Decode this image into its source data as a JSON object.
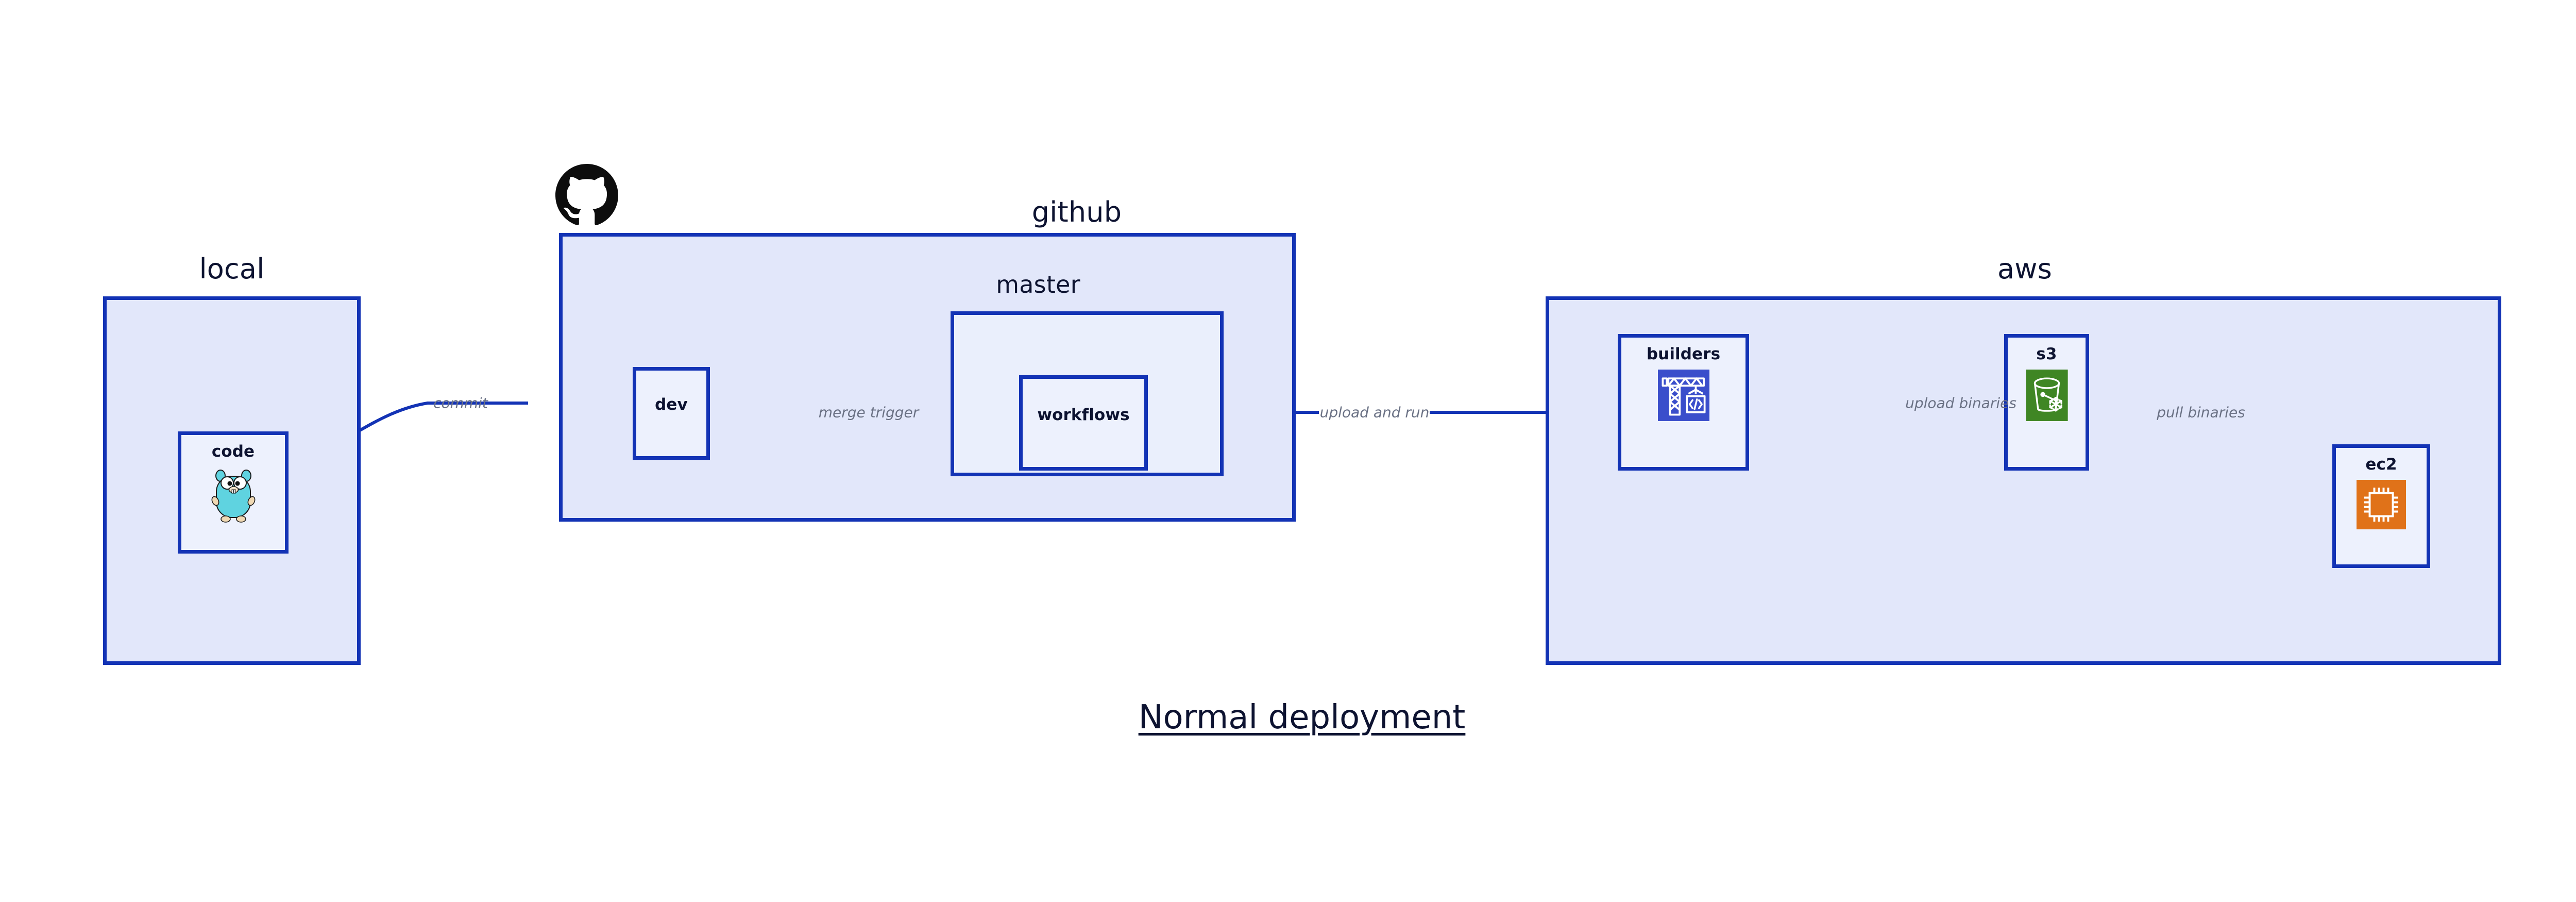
{
  "diagram": {
    "caption": "Normal deployment",
    "colors": {
      "group_fill": "#e2e7fa",
      "subgroup_fill": "#eaeffc",
      "node_fill": "#edf1fd",
      "border": "#1333b5",
      "edge_stroke": "#1333b5",
      "label_text": "#0d1331",
      "edge_label_text": "#6a7184",
      "builders_icon_bg": "#3a4ecb",
      "s3_icon_bg": "#3f8624",
      "ec2_icon_bg": "#e07219",
      "gopher_body": "#5fd3e0",
      "github_logo": "#0d0d0d"
    },
    "groups": [
      {
        "id": "local",
        "label": "local"
      },
      {
        "id": "github",
        "label": "github"
      },
      {
        "id": "aws",
        "label": "aws"
      }
    ],
    "subgroups": [
      {
        "id": "master",
        "label": "master",
        "parent": "github"
      }
    ],
    "nodes": [
      {
        "id": "code",
        "label": "code",
        "parent": "local",
        "icon": "go-gopher-icon"
      },
      {
        "id": "dev",
        "label": "dev",
        "parent": "github",
        "icon": "none"
      },
      {
        "id": "workflows",
        "label": "workflows",
        "parent": "master",
        "icon": "none"
      },
      {
        "id": "builders",
        "label": "builders",
        "parent": "aws",
        "icon": "aws-builders-crane-icon"
      },
      {
        "id": "s3",
        "label": "s3",
        "parent": "aws",
        "icon": "aws-s3-bucket-icon"
      },
      {
        "id": "ec2",
        "label": "ec2",
        "parent": "aws",
        "icon": "aws-ec2-chip-icon"
      }
    ],
    "edges": [
      {
        "id": "commit",
        "from": "code",
        "to": "dev",
        "label": "commit"
      },
      {
        "id": "merge-trigger",
        "from": "dev",
        "to": "workflows",
        "label": "merge trigger"
      },
      {
        "id": "upload-and-run",
        "from": "workflows",
        "to": "builders",
        "label": "upload and run"
      },
      {
        "id": "upload-binaries",
        "from": "builders",
        "to": "s3",
        "label": "upload binaries"
      },
      {
        "id": "pull-binaries",
        "from": "s3",
        "to": "ec2",
        "label": "pull binaries"
      }
    ],
    "logos": [
      {
        "id": "github-logo",
        "name": "github-octocat-logo"
      }
    ]
  }
}
